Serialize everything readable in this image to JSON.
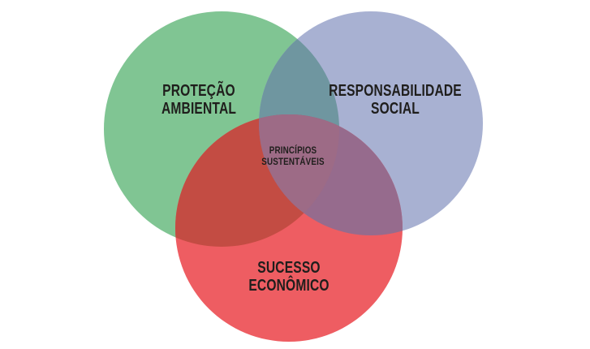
{
  "diagram": {
    "background_color": "#ffffff",
    "text_color": "#1f1e1c",
    "circles": [
      {
        "name": "protecao-ambiental",
        "label": [
          "PROTEÇÃO",
          "AMBIENTAL"
        ],
        "color": "#80c593"
      },
      {
        "name": "responsabilidade-social",
        "label": [
          "RESPONSABILIDADE",
          "SOCIAL"
        ],
        "color": "#a8b1d2"
      },
      {
        "name": "sucesso-economico",
        "label": [
          "SUCESSO",
          "ECONÔMICO"
        ],
        "color": "#ee5d62"
      }
    ],
    "overlap_colors": {
      "ambiental_social": "#6f96a0",
      "ambiental_economico": "#c34c43",
      "social_economico": "#966b8d",
      "center": "#9d6b86"
    },
    "center_label": [
      "PRINCÍPIOS",
      "SUSTENTÁVEIS"
    ]
  }
}
